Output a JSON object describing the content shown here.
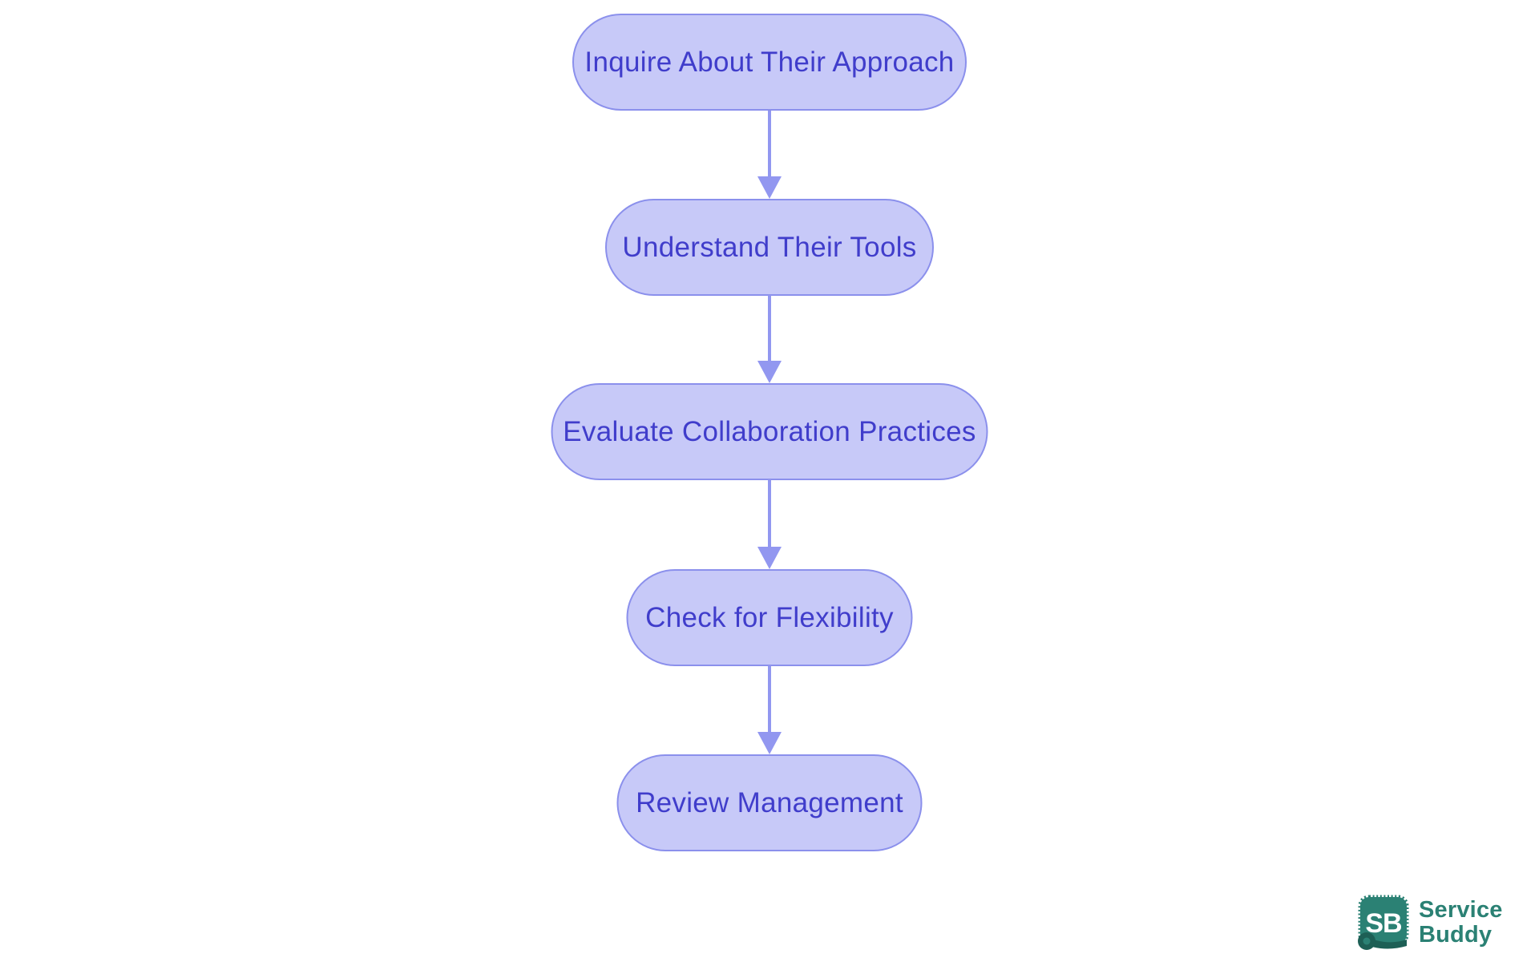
{
  "diagram": {
    "type": "flowchart",
    "direction": "top-down",
    "nodes": [
      {
        "id": "inquire-approach",
        "label": "Inquire About Their Approach"
      },
      {
        "id": "understand-tools",
        "label": "Understand Their Tools"
      },
      {
        "id": "evaluate-collaboration",
        "label": "Evaluate Collaboration Practices"
      },
      {
        "id": "check-flexibility",
        "label": "Check for Flexibility"
      },
      {
        "id": "review-management",
        "label": "Review Management"
      }
    ],
    "edges": [
      {
        "from": "inquire-approach",
        "to": "understand-tools"
      },
      {
        "from": "understand-tools",
        "to": "evaluate-collaboration"
      },
      {
        "from": "evaluate-collaboration",
        "to": "check-flexibility"
      },
      {
        "from": "check-flexibility",
        "to": "review-management"
      }
    ],
    "colors": {
      "node_fill": "#c7c9f8",
      "node_border": "#8b90ec",
      "node_text": "#403dcb",
      "arrow": "#9297f0"
    }
  },
  "logo": {
    "badge_text": "SB",
    "name_line1": "Service",
    "name_line2": "Buddy",
    "colors": {
      "teal": "#2b8174",
      "dark_teal": "#1d5f55",
      "badge_text_color": "#ffffff"
    }
  }
}
